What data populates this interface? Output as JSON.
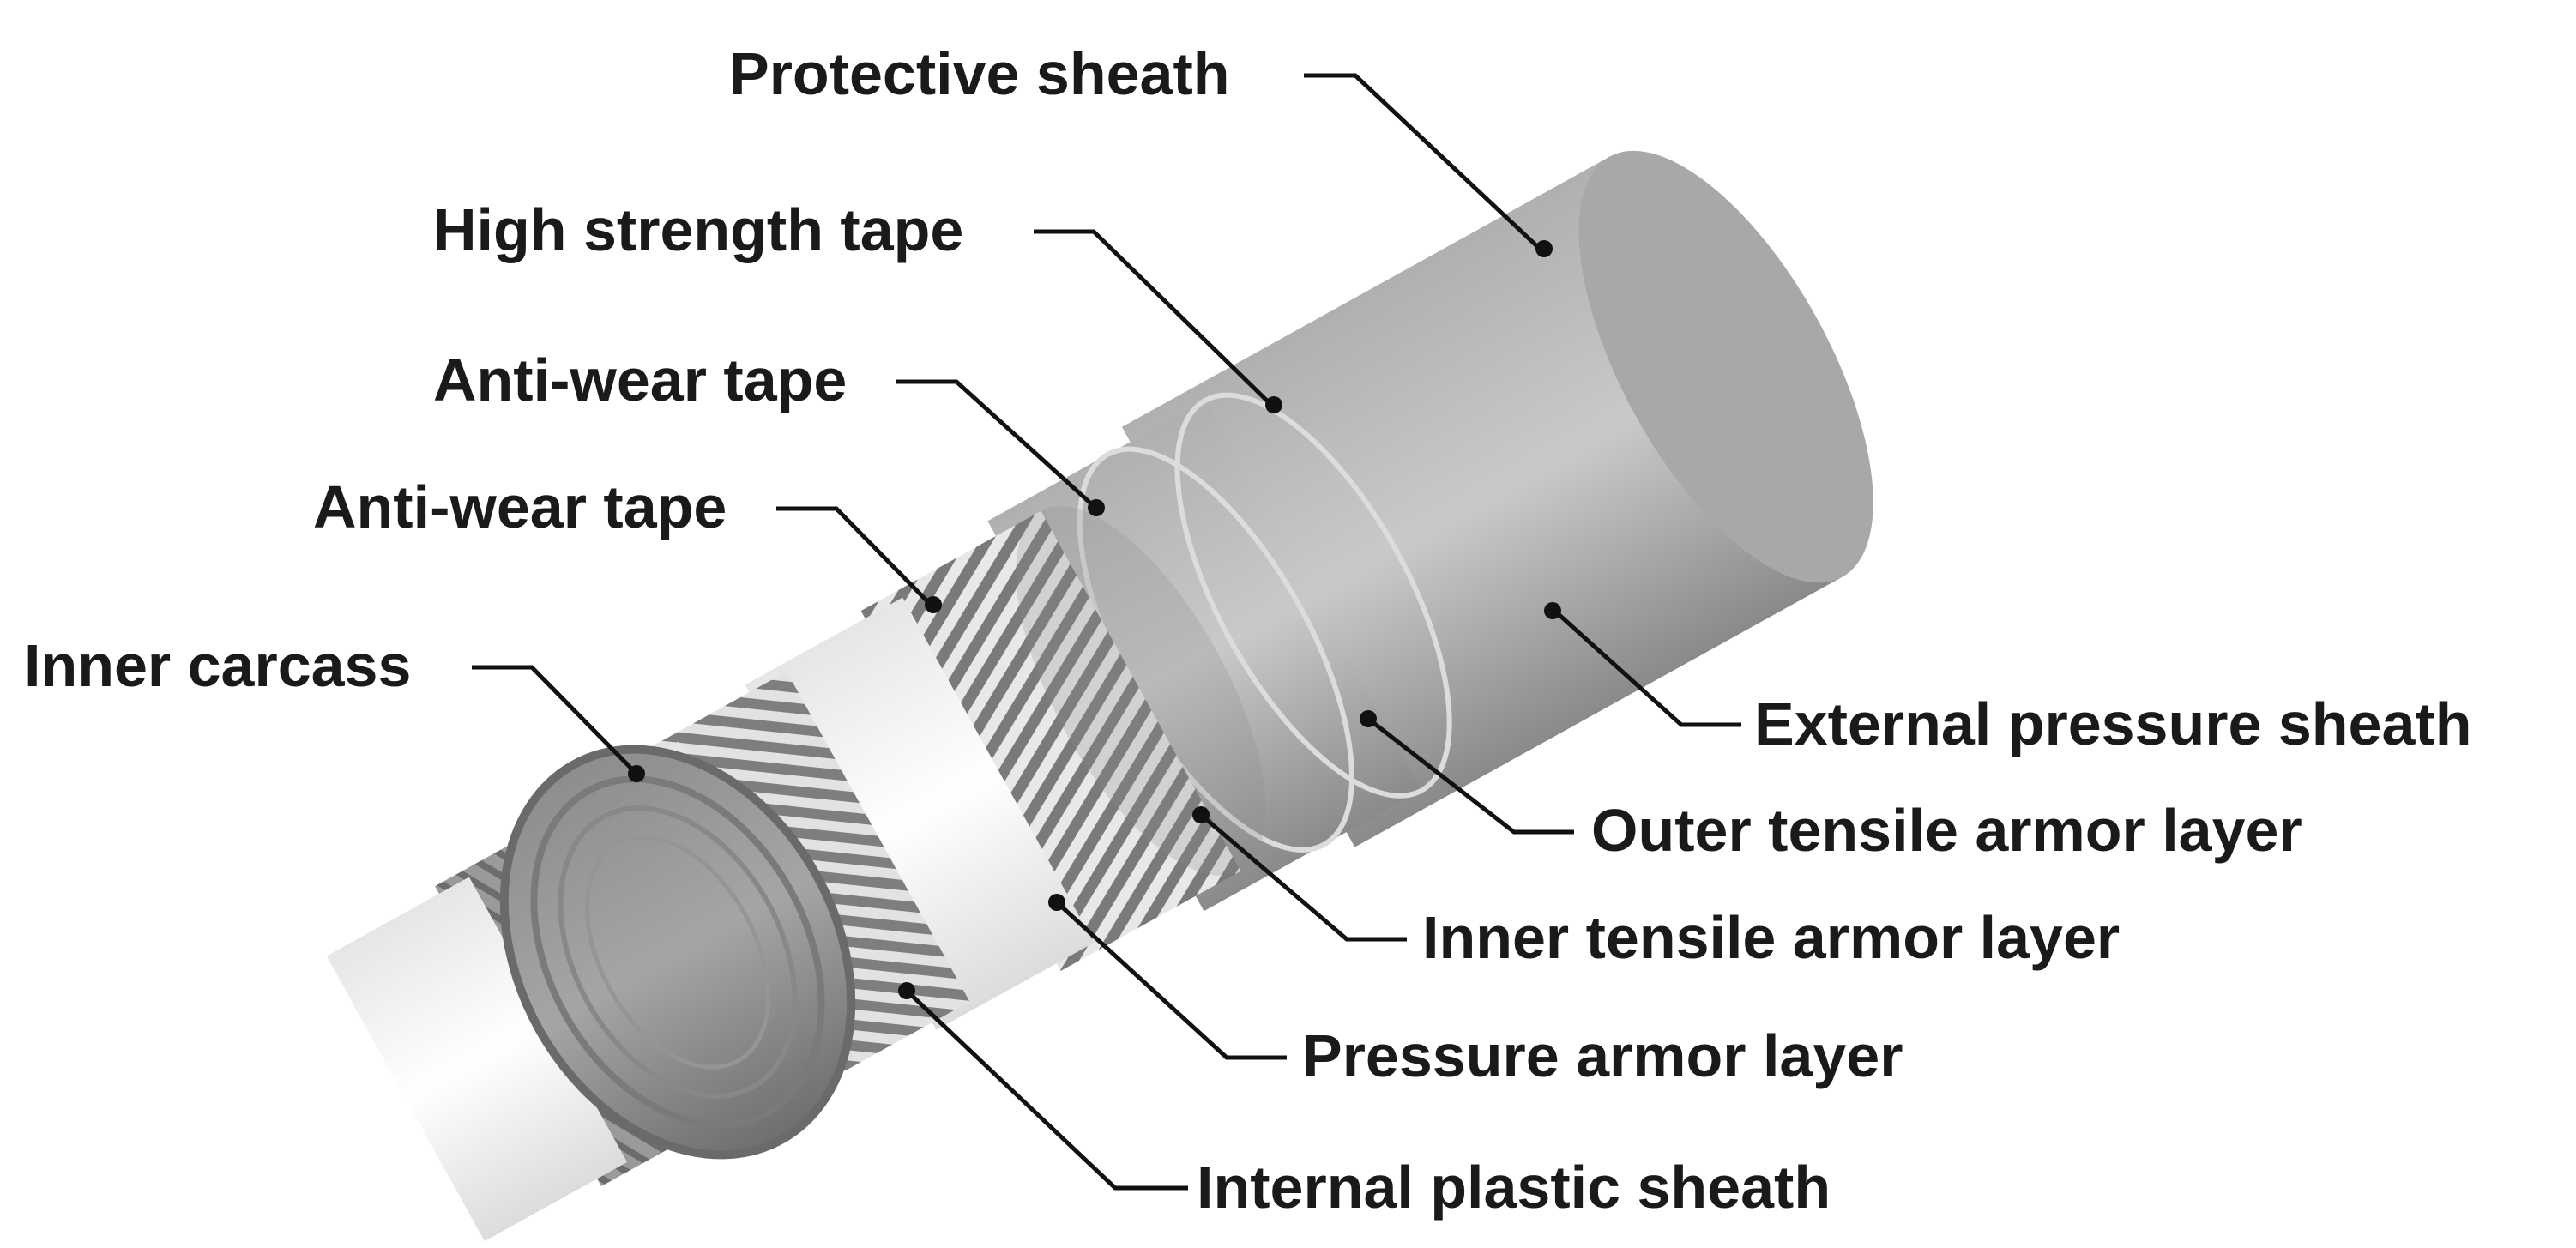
{
  "labels": {
    "protective_sheath": "Protective sheath",
    "high_strength_tape": "High strength tape",
    "anti_wear_tape_outer": "Anti-wear tape",
    "anti_wear_tape_inner": "Anti-wear tape",
    "inner_carcass": "Inner carcass",
    "external_pressure_sheath": "External pressure sheath",
    "outer_tensile_armor_layer": "Outer tensile armor layer",
    "inner_tensile_armor_layer": "Inner tensile armor layer",
    "pressure_armor_layer": "Pressure armor layer",
    "internal_plastic_sheath": "Internal plastic sheath"
  },
  "colors": {
    "sheath_gray": "#8e8e8e",
    "tape_white": "#f4f4f4",
    "armor_dark": "#6b6b6b",
    "leader_line": "#111111"
  }
}
